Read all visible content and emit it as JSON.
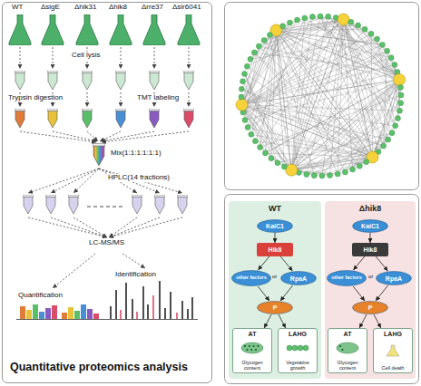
{
  "diagram": {
    "nodes": [
      {
        "text": [
          "Quantitative proteomics analysis"
        ]
      },
      {
        "text": [
          "WT"
        ]
      },
      {
        "text": [
          "KaiC1"
        ],
        "in": 1
      },
      {
        "text": [
          "Hik8"
        ],
        "in": 1
      },
      {
        "text": [
          "other factors"
        ],
        "in": 1
      },
      {
        "text": [
          "RpaA"
        ],
        "in": 1
      },
      {
        "text": [
          "P"
        ],
        "in": 1
      },
      {
        "text": [
          "AT",
          "Glycogen content"
        ],
        "in": 1
      },
      {
        "text": [
          "LAHG",
          "Vegetative growth"
        ],
        "in": 1
      },
      {
        "text": [
          "Δhik8"
        ]
      },
      {
        "text": [
          "KaiC1"
        ],
        "in": 9
      },
      {
        "text": [
          "Hik8"
        ],
        "in": 9
      },
      {
        "text": [
          "other factors"
        ],
        "in": 9
      },
      {
        "text": [
          "RpaA"
        ],
        "in": 9
      },
      {
        "text": [
          "P"
        ],
        "in": 9
      },
      {
        "text": [
          "AT",
          "Glycogen content"
        ],
        "in": 9
      },
      {
        "text": [
          "LAHG",
          "Cell death"
        ],
        "in": 9
      }
    ],
    "edges": [
      {
        "from": 2,
        "to": 3,
        "arrow": "to"
      },
      {
        "from": 3,
        "to": 4,
        "arrow": "to"
      },
      {
        "from": 3,
        "to": 5,
        "arrow": "to"
      },
      {
        "from": 4,
        "to": 6,
        "arrow": "to"
      },
      {
        "from": 5,
        "to": 6,
        "arrow": "to"
      },
      {
        "from": 6,
        "to": 7,
        "arrow": "to"
      },
      {
        "from": 6,
        "to": 8,
        "arrow": "to"
      },
      {
        "from": 10,
        "to": 11,
        "arrow": "to"
      },
      {
        "from": 11,
        "to": 12,
        "arrow": "to"
      },
      {
        "from": 11,
        "to": 13,
        "arrow": "to"
      },
      {
        "from": 12,
        "to": 14,
        "arrow": "to"
      },
      {
        "from": 13,
        "to": 14,
        "arrow": "to"
      },
      {
        "from": 14,
        "to": 15,
        "arrow": "to"
      },
      {
        "from": 14,
        "to": 16,
        "arrow": "to"
      }
    ],
    "labels": [
      "WT",
      "ΔsigE",
      "Δhik31",
      "Δhik8",
      "Δrre37",
      "Δslr6041",
      "Cell lysis",
      "Trypsin digestion",
      "TMT labeling",
      "Mix(1:1:1:1:1:1)",
      "HPLC(14 fractions)",
      "LC-MS/MS",
      "Quantification",
      "Identification",
      "or",
      "or"
    ]
  }
}
